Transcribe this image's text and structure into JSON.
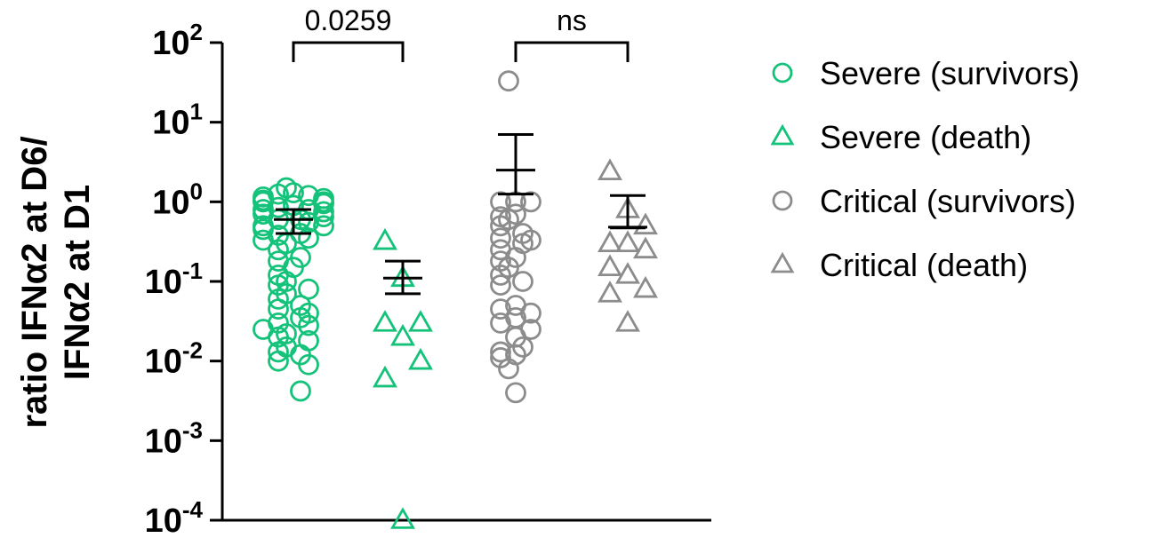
{
  "colors": {
    "severe": "#14c27a",
    "critical": "#8c8c8c",
    "axis": "#000000",
    "errorbar": "#000000"
  },
  "chart_data": {
    "type": "scatter",
    "y_scale": "log",
    "ylim": [
      0.0001,
      100
    ],
    "ylabel_lines": [
      "ratio IFNα2 at D6/",
      "IFNα2 at D1"
    ],
    "ytick_labels": [
      {
        "value": 100,
        "base": "10",
        "exp": "2"
      },
      {
        "value": 10,
        "base": "10",
        "exp": "1"
      },
      {
        "value": 1,
        "base": "10",
        "exp": "0"
      },
      {
        "value": 0.1,
        "base": "10",
        "exp": "-1"
      },
      {
        "value": 0.01,
        "base": "10",
        "exp": "-2"
      },
      {
        "value": 0.001,
        "base": "10",
        "exp": "-3"
      },
      {
        "value": 0.0001,
        "base": "10",
        "exp": "-4"
      }
    ],
    "legend_position": "right",
    "series": [
      {
        "name": "Severe (survivors)",
        "marker": "circle",
        "color_key": "severe",
        "mean": 0.6,
        "sem_low": 0.4,
        "sem_high": 0.8,
        "values": [
          1.5,
          1.3,
          1.25,
          1.2,
          1.15,
          1.1,
          1.05,
          1.0,
          1.0,
          0.95,
          0.9,
          0.85,
          0.8,
          0.8,
          0.75,
          0.7,
          0.65,
          0.6,
          0.6,
          0.55,
          0.5,
          0.5,
          0.45,
          0.4,
          0.38,
          0.35,
          0.33,
          0.3,
          0.25,
          0.2,
          0.18,
          0.15,
          0.12,
          0.1,
          0.09,
          0.08,
          0.07,
          0.06,
          0.05,
          0.045,
          0.04,
          0.035,
          0.03,
          0.028,
          0.025,
          0.022,
          0.02,
          0.018,
          0.015,
          0.013,
          0.012,
          0.01,
          0.009,
          0.0042
        ]
      },
      {
        "name": "Severe (death)",
        "marker": "triangle",
        "color_key": "severe",
        "mean": 0.11,
        "sem_low": 0.07,
        "sem_high": 0.18,
        "values": [
          0.32,
          0.11,
          0.03,
          0.03,
          0.02,
          0.01,
          0.006,
          0.0001
        ]
      },
      {
        "name": "Critical (survivors)",
        "marker": "circle",
        "color_key": "critical",
        "mean": 2.5,
        "sem_low": 1.25,
        "sem_high": 7.0,
        "values": [
          33,
          1.0,
          1.0,
          1.0,
          0.7,
          0.65,
          0.6,
          0.5,
          0.4,
          0.35,
          0.33,
          0.3,
          0.25,
          0.2,
          0.18,
          0.15,
          0.12,
          0.1,
          0.09,
          0.05,
          0.045,
          0.04,
          0.035,
          0.03,
          0.025,
          0.02,
          0.015,
          0.013,
          0.012,
          0.011,
          0.008,
          0.004
        ]
      },
      {
        "name": "Critical (death)",
        "marker": "triangle",
        "color_key": "critical",
        "mean": 0.48,
        "sem_low": 0.47,
        "sem_high": 1.2,
        "values": [
          2.4,
          0.8,
          0.5,
          0.3,
          0.3,
          0.25,
          0.15,
          0.12,
          0.08,
          0.07,
          0.03
        ]
      }
    ],
    "comparisons": [
      {
        "groups": [
          0,
          1
        ],
        "label": "0.0259",
        "y": 100
      },
      {
        "groups": [
          2,
          3
        ],
        "label": "ns",
        "y": 100
      }
    ]
  }
}
